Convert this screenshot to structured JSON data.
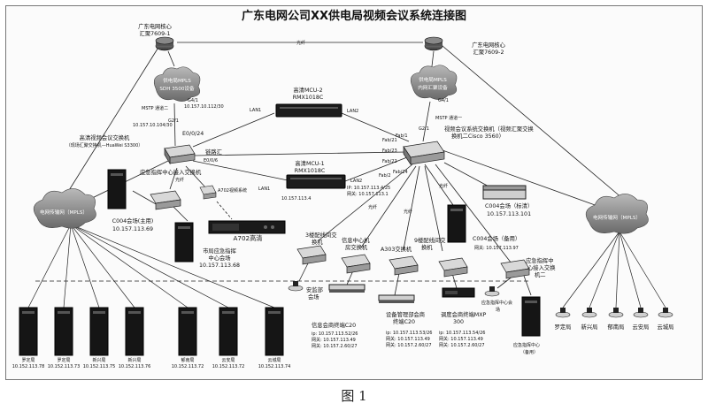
{
  "title": "广东电网公司XX供电局视频会议系统连接图",
  "caption": "图 1",
  "core_left": {
    "name": "广东电网核心",
    "model": "汇聚7609-1"
  },
  "core_right": {
    "name": "广东电网核心",
    "model": "汇聚7609-2"
  },
  "link_fiber_top": "光纤",
  "vpn_left": {
    "label1": "供电局MPLS",
    "label2": "SDH 3500设备"
  },
  "vpn_right": {
    "label1": "供电局MPLS",
    "label2": "内网汇聚设备"
  },
  "left_link": {
    "port": "G4/1",
    "ip": "10.157.10.112/30",
    "mstp": "MSTP 通道二",
    "g": "G2/1"
  },
  "right_link": {
    "mstp": "MSTP 通道一",
    "g": "G2/1",
    "port": "G4/1"
  },
  "mcu2": {
    "label": "高清MCU-2",
    "model": "RMX1018C"
  },
  "mcu1": {
    "label": "高清MCU-1",
    "model": "RMX1018C"
  },
  "lan_labels": {
    "lan1_top": "LAN1",
    "lan2_top": "LAN2",
    "lan1_bot": "LAN1",
    "lan2_bot": "LAN2"
  },
  "left_switch": {
    "ip": "10.157.10.104/30",
    "name": "高清视频会议交换机",
    "desc": "（现场汇聚交换机—HuaWei S3300）",
    "port": "E0/0/24"
  },
  "right_switch": {
    "name": "视频会议系统交换机（视频汇聚交换",
    "name2": "换机二Cisco 3560）",
    "ports": [
      "Fab/21",
      "Fab/1",
      "Fab/23",
      "Fab/22",
      "Fab/24",
      "Fab/2"
    ]
  },
  "link_labels": {
    "trunk": "链路汇",
    "fiber1": "光纤",
    "fiber2": "光纤",
    "fiber3": "光纤",
    "fiber4": "光纤",
    "vlan": "E0/0/6"
  },
  "mcu1_ip": {
    "ip": "IP: 10.157.113.4/25",
    "gw": "网关: 10.157.113.1",
    "addr": "10.157.113.4"
  },
  "emerg_switch": {
    "label": "应急指挥中心接入交换机"
  },
  "a702_label": "A702视频系统",
  "a702_device": "A702高清",
  "mpls_left": "电网传输网（MPLS）",
  "mpls_right": "电网传输网（MPLS）",
  "c004_main": {
    "name": "C004会场(主用)",
    "ip": "10.157.113.69"
  },
  "city_room": {
    "name": "市局应急指挥",
    "name2": "中心会场",
    "ip": "10.157.113.68"
  },
  "c004_rt": {
    "name": "C004会场（标清）",
    "ip": "10.157.113.101"
  },
  "c004_rb": {
    "name": "C004会场（备用）",
    "ip": "网关: 10.157.113.97"
  },
  "sw_3f": {
    "l1": "3楼配线间交",
    "l2": "换机"
  },
  "sw_info": {
    "l1": "信息中心机",
    "l2": "房交换机"
  },
  "sw_a303": {
    "l1": "A303交换机"
  },
  "sw_9f": {
    "l1": "9楼配线间交",
    "l2": "换机"
  },
  "sw_emerg2": {
    "l1": "应急指挥中",
    "l2": "心接入交换",
    "l3": "机二"
  },
  "room_safety": {
    "l1": "安监部",
    "l2": "会场"
  },
  "term_info": {
    "name": "信息会商终端C20",
    "ip": "ip: 10.157.113.52/26",
    "gw": "网关: 10.157.113.49",
    "mask": "网关: 10.157.2.60/27"
  },
  "term_dev": {
    "name": "设备管理部会商",
    "name2": "终端C20",
    "ip": "ip: 10.157.113.53/26",
    "gw": "网关: 10.157.113.49",
    "mask": "网关: 10.157.2.60/27"
  },
  "term_ctrl": {
    "name": "调度会商终端MXP",
    "name2": "300",
    "ip": "ip: 10.157.113.54/26",
    "gw": "网关: 10.157.113.49",
    "mask": "网关: 10.157.2.60/27"
  },
  "term_emerg": {
    "l1": "应急指挥中心会",
    "l2": "场"
  },
  "emerg_backup": {
    "l1": "应急指挥中心",
    "l2": "（备用）"
  },
  "county_rooms": [
    {
      "name": "罗定局",
      "ip": "10.152.113.78"
    },
    {
      "name": "罗定局",
      "ip": "10.152.113.73"
    },
    {
      "name": "新兴局",
      "ip": "10.152.113.75"
    },
    {
      "name": "新兴局",
      "ip": "10.152.113.76"
    },
    {
      "name": "郁南局",
      "ip": "10.152.113.72"
    },
    {
      "name": "云安局",
      "ip": "10.152.113.72"
    },
    {
      "name": "云城局",
      "ip": "10.152.113.74"
    }
  ],
  "right_rooms": [
    "罗定局",
    "新兴局",
    "郁南局",
    "云安局",
    "云城局"
  ]
}
